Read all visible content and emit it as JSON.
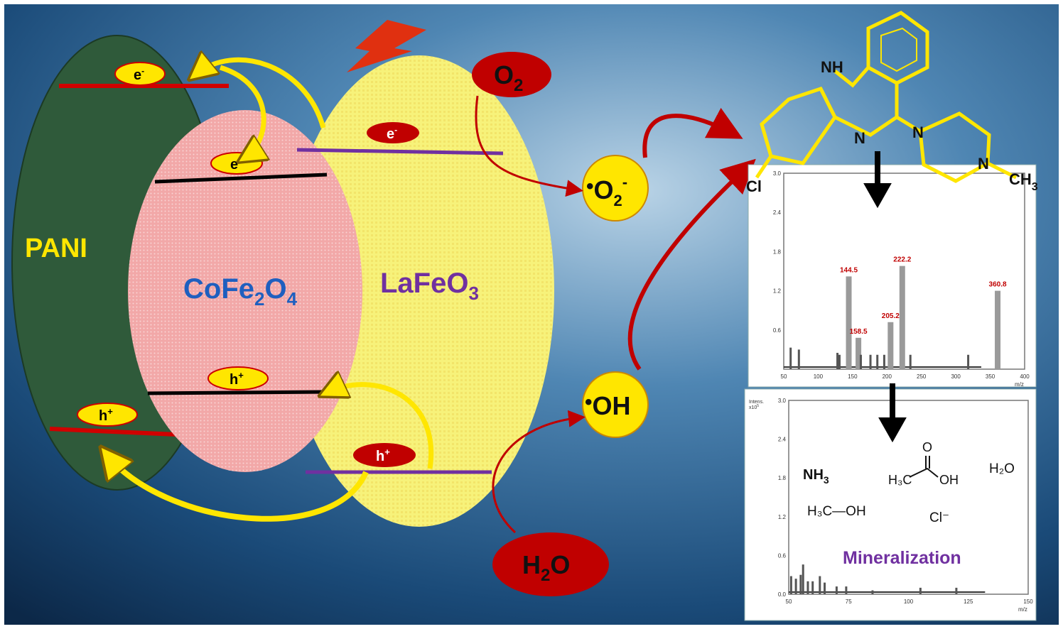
{
  "labels": {
    "pani": "PANI",
    "cofe2o4": {
      "main": "CoFe",
      "sub1": "2",
      "mid": "O",
      "sub2": "4"
    },
    "lafeo3": {
      "main": "LaFeO",
      "sub": "3"
    },
    "electron": "e",
    "electron_sup": "-",
    "hole": "h",
    "hole_sup": "+",
    "o2": {
      "main": "O",
      "sub": "2"
    },
    "h2o": {
      "main": "H",
      "sub": "2",
      "end": "O"
    },
    "superoxide": {
      "dot": "•",
      "main": "O",
      "sub": "2",
      "sup": "-"
    },
    "hydroxyl": {
      "dot": "•",
      "main": "OH"
    }
  },
  "molecule": {
    "nh": "NH",
    "n1": "N",
    "n2": "N",
    "n3": "N",
    "cl": "Cl",
    "ch3": "CH",
    "ch3_sub": "3"
  },
  "products": {
    "nh3": "NH",
    "nh3_sub": "3",
    "methanol": "H₃C—OH",
    "acetic_o": "O",
    "acetic_left": "H₃C",
    "acetic_right": "OH",
    "h2o": "H₂O",
    "chloride": "Cl⁻",
    "mineralization": "Mineralization"
  },
  "colors": {
    "pani": "#2f5a3a",
    "cofe2o4": "#f2a8a8",
    "lafeo3": "#f7f27a",
    "red": "#c00000",
    "yellow": "#ffe600",
    "purple": "#7030a0",
    "blue": "#1f5fbf"
  },
  "chart_data": [
    {
      "type": "bar",
      "title": "",
      "xlabel": "m/z",
      "ylabel": "",
      "xlim": [
        50,
        400
      ],
      "ylim": [
        0,
        3.0
      ],
      "xticks": [
        "50",
        "100",
        "150",
        "200",
        "250",
        "300",
        "350",
        "400"
      ],
      "yticks": [
        "0.6",
        "1.2",
        "1.8",
        "2.4",
        "3.0"
      ],
      "peaks": [
        {
          "x": 60,
          "y": 0.33
        },
        {
          "x": 72,
          "y": 0.3
        },
        {
          "x": 128,
          "y": 0.25
        },
        {
          "x": 131,
          "y": 0.22
        },
        {
          "x": 144.5,
          "y": 1.42,
          "label": "144.5"
        },
        {
          "x": 158.5,
          "y": 0.48,
          "label": "158.5"
        },
        {
          "x": 162,
          "y": 0.22
        },
        {
          "x": 176,
          "y": 0.22
        },
        {
          "x": 186,
          "y": 0.22
        },
        {
          "x": 196,
          "y": 0.22
        },
        {
          "x": 205.2,
          "y": 0.72,
          "label": "205.2"
        },
        {
          "x": 222.2,
          "y": 1.58,
          "label": "222.2"
        },
        {
          "x": 234,
          "y": 0.22
        },
        {
          "x": 318,
          "y": 0.22
        },
        {
          "x": 360.8,
          "y": 1.2,
          "label": "360.8"
        }
      ]
    },
    {
      "type": "bar",
      "title": "",
      "xlabel": "m/z",
      "ylabel": "Intens. x10^5",
      "xlim": [
        50,
        150
      ],
      "ylim": [
        0,
        3.0
      ],
      "xticks": [
        "50",
        "75",
        "100",
        "125",
        "150"
      ],
      "yticks": [
        "0.0",
        "0.6",
        "1.2",
        "1.8",
        "2.4",
        "3.0"
      ],
      "peaks": [
        {
          "x": 51,
          "y": 0.28
        },
        {
          "x": 53,
          "y": 0.24
        },
        {
          "x": 55,
          "y": 0.3
        },
        {
          "x": 56,
          "y": 0.46
        },
        {
          "x": 58,
          "y": 0.2
        },
        {
          "x": 60,
          "y": 0.2
        },
        {
          "x": 63,
          "y": 0.28
        },
        {
          "x": 65,
          "y": 0.18
        },
        {
          "x": 70,
          "y": 0.12
        },
        {
          "x": 74,
          "y": 0.12
        },
        {
          "x": 85,
          "y": 0.06
        },
        {
          "x": 105,
          "y": 0.1
        },
        {
          "x": 120,
          "y": 0.1
        }
      ]
    }
  ],
  "spectrum2_ylabel1": "Intens.",
  "spectrum2_ylabel2": "x10",
  "spectrum2_ylabel_sup": "5",
  "xunit": "m/z"
}
